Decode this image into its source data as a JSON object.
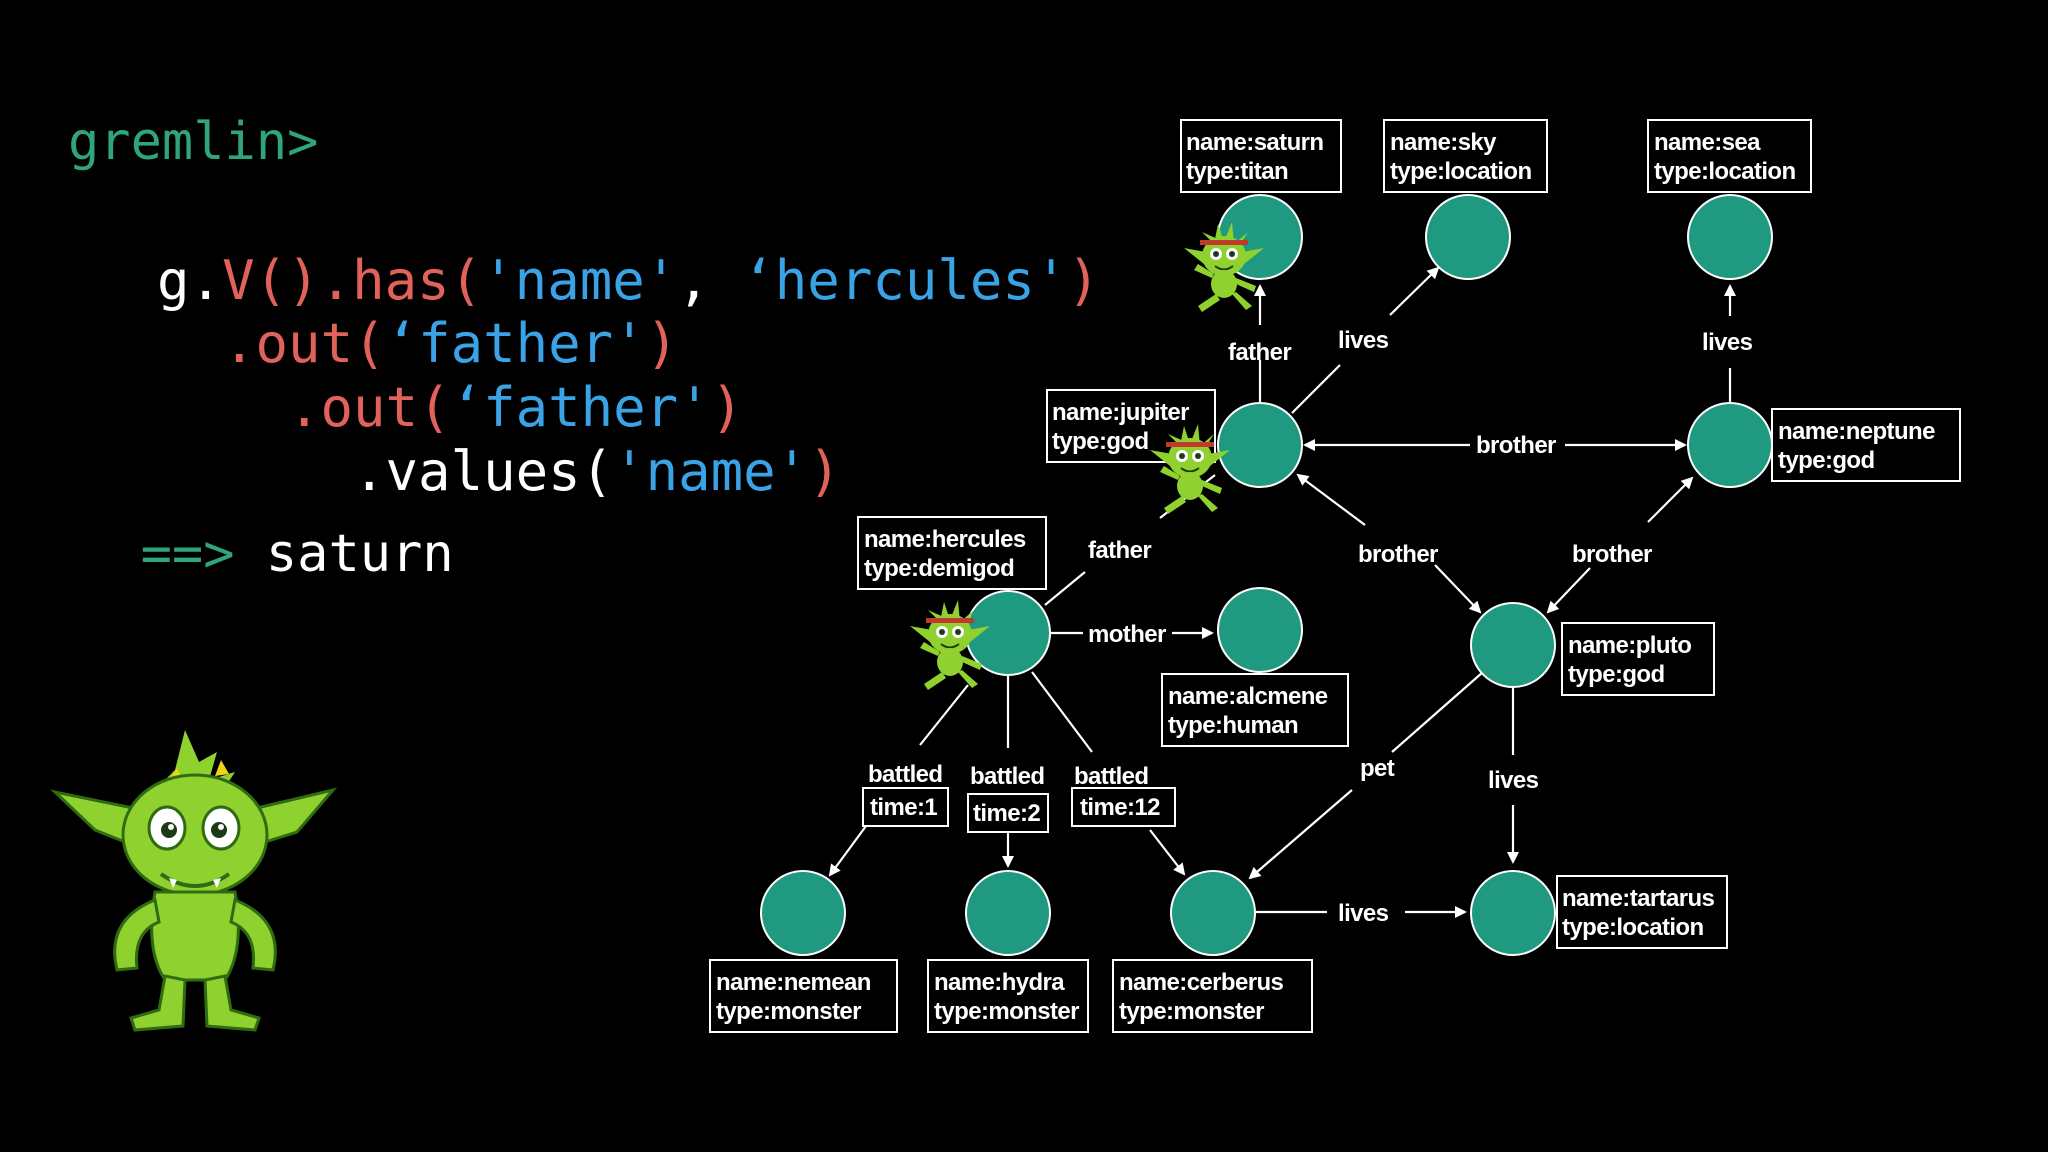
{
  "console": {
    "prompt": "gremlin>",
    "query": {
      "l1": [
        "g.",
        "V()",
        ".has(",
        "'name'",
        ", ",
        "‘hercules'",
        ")"
      ],
      "l2": [
        ".out(",
        "‘father'",
        ")"
      ],
      "l3": [
        ".out(",
        "‘father'",
        ")"
      ],
      "l4": [
        ".values(",
        "'name'",
        ")"
      ]
    },
    "arrow": "==>",
    "result": "saturn"
  },
  "graph": {
    "nodes": {
      "saturn": {
        "name": "name:saturn",
        "type": "type:titan"
      },
      "sky": {
        "name": "name:sky",
        "type": "type:location"
      },
      "sea": {
        "name": "name:sea",
        "type": "type:location"
      },
      "jupiter": {
        "name": "name:jupiter",
        "type": "type:god"
      },
      "neptune": {
        "name": "name:neptune",
        "type": "type:god"
      },
      "hercules": {
        "name": "name:hercules",
        "type": "type:demigod"
      },
      "alcmene": {
        "name": "name:alcmene",
        "type": "type:human"
      },
      "pluto": {
        "name": "name:pluto",
        "type": "type:god"
      },
      "nemean": {
        "name": "name:nemean",
        "type": "type:monster"
      },
      "hydra": {
        "name": "name:hydra",
        "type": "type:monster"
      },
      "cerberus": {
        "name": "name:cerberus",
        "type": "type:monster"
      },
      "tartarus": {
        "name": "name:tartarus",
        "type": "type:location"
      }
    },
    "edges": {
      "jupiter_father": "father",
      "jupiter_lives": "lives",
      "neptune_lives": "lives",
      "jup_nep_brother": "brother",
      "jup_pluto_brother": "brother",
      "nep_pluto_brother": "brother",
      "hercules_father": "father",
      "hercules_mother": "mother",
      "battled1": "battled",
      "battled1_time": "time:1",
      "battled2": "battled",
      "battled2_time": "time:2",
      "battled12": "battled",
      "battled12_time": "time:12",
      "pluto_pet": "pet",
      "pluto_lives": "lives",
      "cerberus_lives": "lives"
    },
    "colors": {
      "node": "#1f9a80",
      "gremlin": "#8fd12f"
    }
  }
}
